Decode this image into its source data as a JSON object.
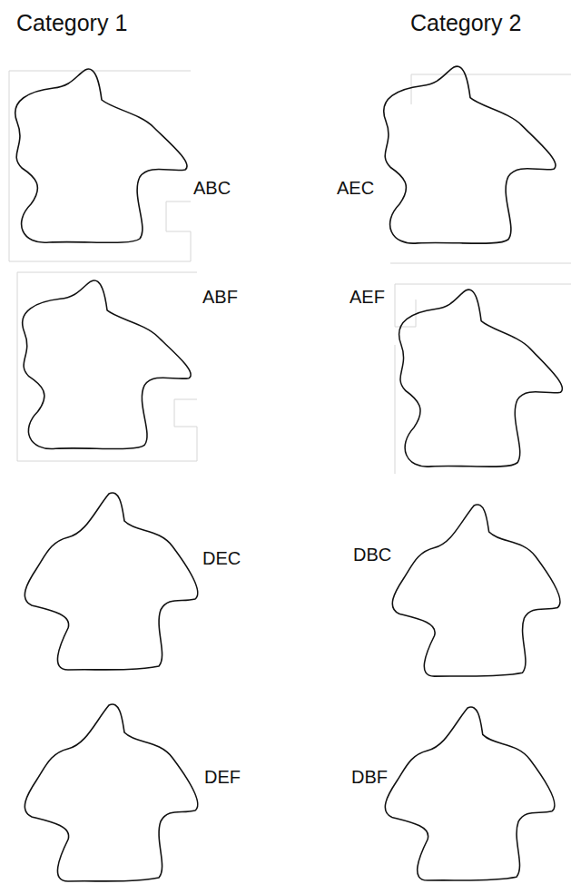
{
  "diagram": {
    "labels": [
      "Category 1",
      "Category 2",
      "ABC",
      "AEC",
      "ABF",
      "AEF",
      "DEC",
      "DBC",
      "DEF",
      "DBF"
    ]
  }
}
